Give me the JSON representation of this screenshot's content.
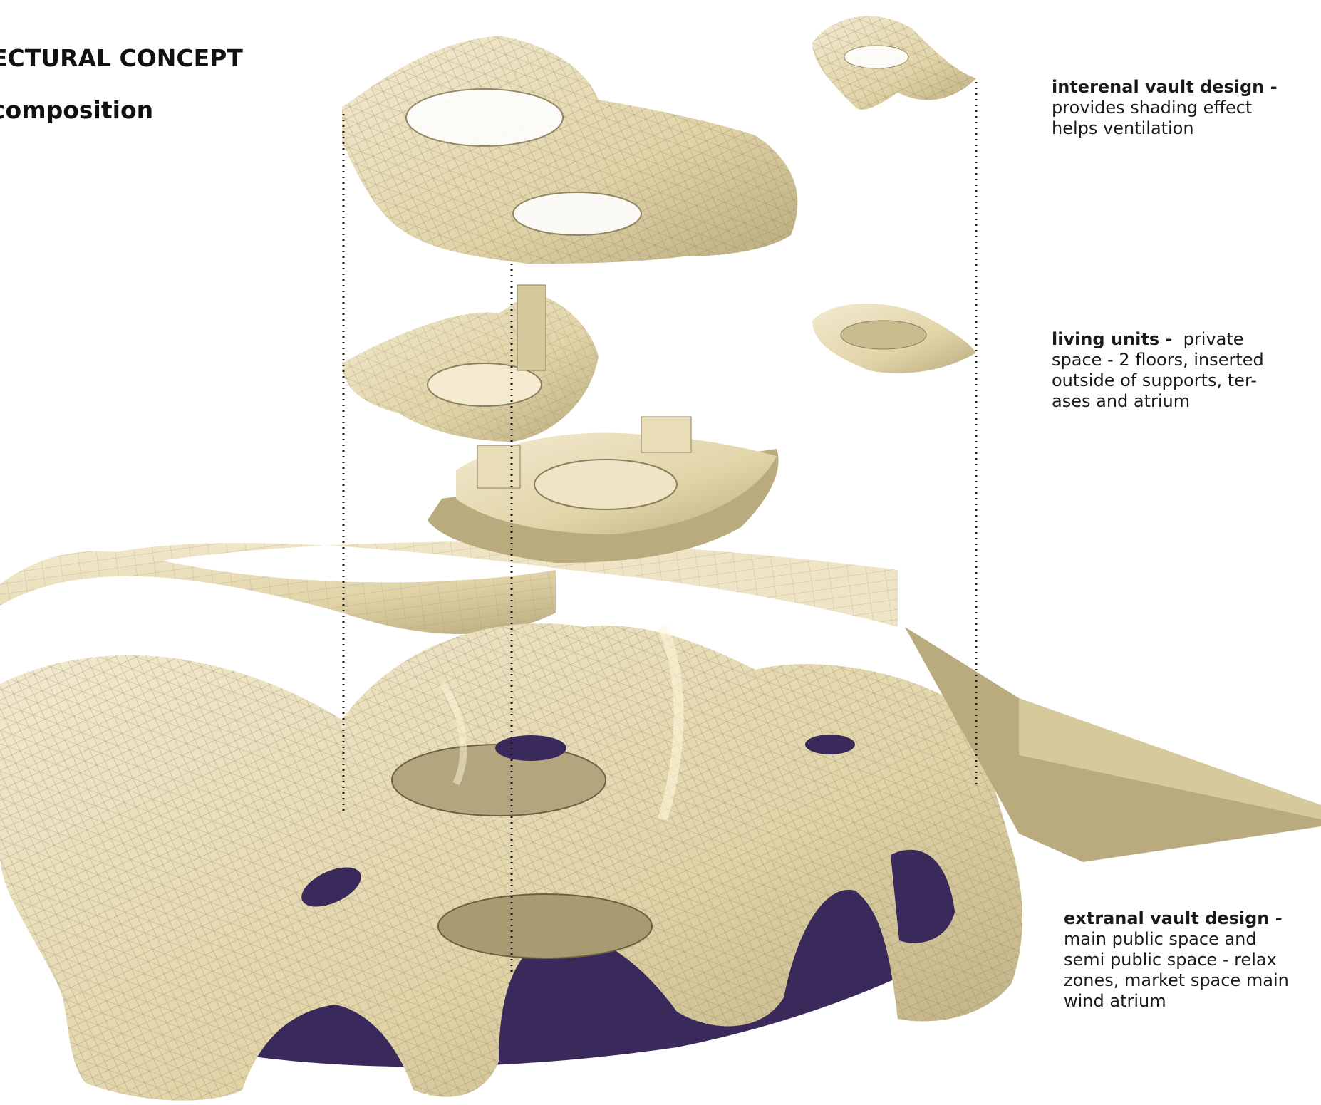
{
  "heading": {
    "line1": "ECTURAL CONCEPT",
    "line2": "composition"
  },
  "annotations": {
    "internal_vault": {
      "title": "interenal vault design -",
      "lines": [
        "provides shading effect",
        "helps ventilation"
      ]
    },
    "living_units": {
      "title": "living units -",
      "title_tail": "  private",
      "lines": [
        "space - 2 floors, inserted",
        "outside of supports, ter-",
        "ases and atrium"
      ]
    },
    "external_vault": {
      "title": "extranal vault design -",
      "lines": [
        "main public space and",
        "semi public space - relax",
        "zones, market space main",
        "wind atrium"
      ]
    }
  },
  "colors": {
    "shell": "#e6dbb2",
    "shell_dark": "#a89b72",
    "shell_light": "#f5efd6",
    "ground": "#3a2a5c",
    "guide_line": "#1a1a1a"
  }
}
